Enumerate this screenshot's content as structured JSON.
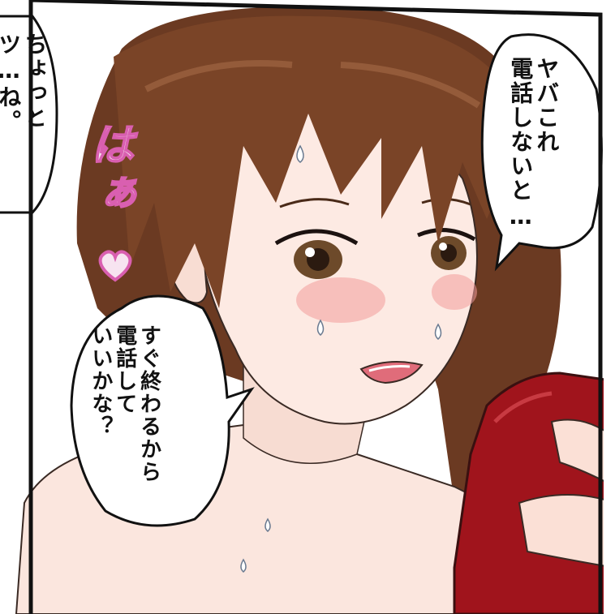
{
  "balloons": {
    "top_right": [
      "ヤバこれ",
      "電話しないと…"
    ],
    "left_edge": [
      "ちょっと",
      "ツ…ね。"
    ],
    "center": [
      "すぐ終わるから",
      "電話して",
      "いいかな？"
    ]
  },
  "sound_effect": "はぁ",
  "colors": {
    "hair": "#6b3a22",
    "skin": "#fbe6de",
    "blush": "#f29a9a",
    "phone": "#a0141c",
    "effect_stroke": "#d95fb0"
  },
  "icons": [
    "heart-icon"
  ]
}
